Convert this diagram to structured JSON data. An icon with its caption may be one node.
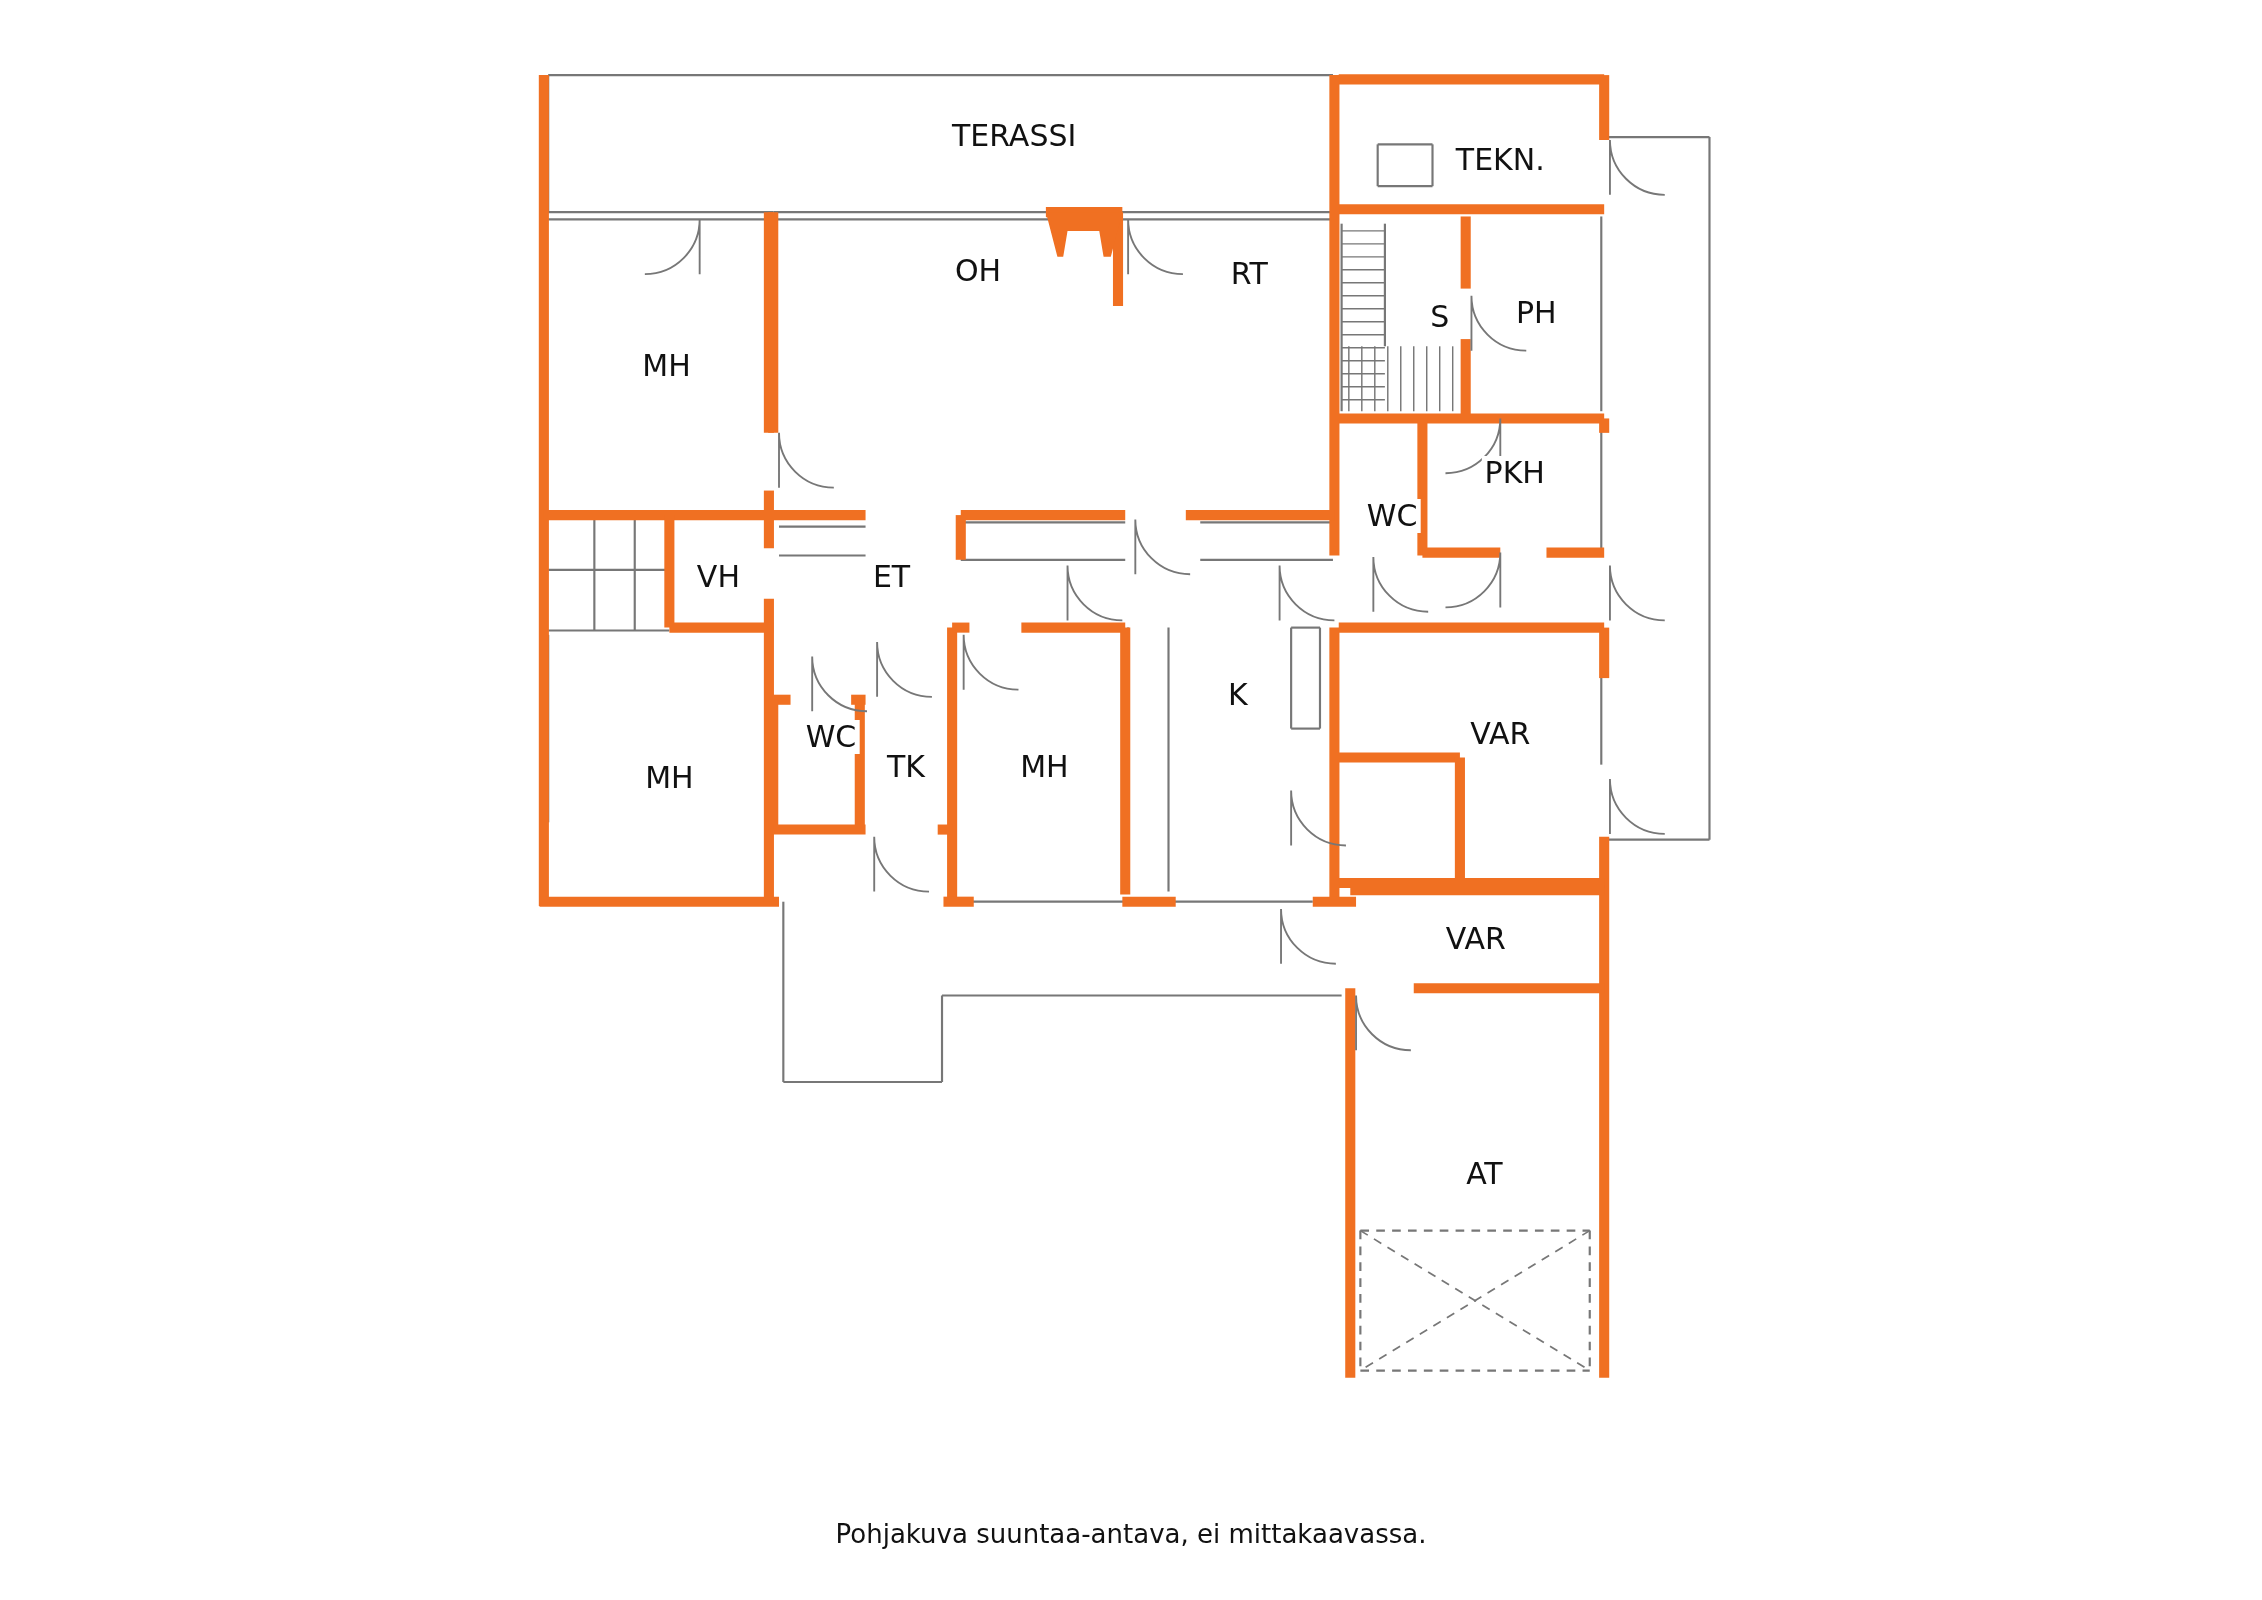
{
  "diagram": {
    "caption": "Pohjakuva suuntaa-antava, ei mittakaavassa.",
    "nodes": [
      {
        "text": [
          "TERASSI"
        ]
      },
      {
        "text": [
          "TEKN."
        ]
      },
      {
        "text": [
          "OH"
        ]
      },
      {
        "text": [
          "RT"
        ]
      },
      {
        "text": [
          "MH"
        ]
      },
      {
        "text": [
          "S"
        ]
      },
      {
        "text": [
          "PH"
        ]
      },
      {
        "text": [
          "WC"
        ]
      },
      {
        "text": [
          "PKH"
        ]
      },
      {
        "text": [
          "VH"
        ]
      },
      {
        "text": [
          "ET"
        ]
      },
      {
        "text": [
          "K"
        ]
      },
      {
        "text": [
          "WC"
        ]
      },
      {
        "text": [
          "TK"
        ]
      },
      {
        "text": [
          "MH"
        ]
      },
      {
        "text": [
          "MH"
        ]
      },
      {
        "text": [
          "VAR"
        ]
      },
      {
        "text": [
          "VAR"
        ]
      },
      {
        "text": [
          "AT"
        ]
      }
    ]
  }
}
